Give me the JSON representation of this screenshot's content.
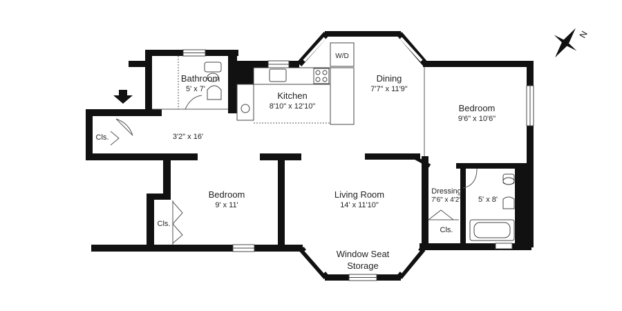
{
  "rooms": {
    "bathroom": {
      "name": "Bathroom",
      "dims": "5' x 7'"
    },
    "kitchen": {
      "name": "Kitchen",
      "dims": "8'10\" x 12'10\""
    },
    "dining": {
      "name": "Dining",
      "dims": "7'7\" x 11'9\""
    },
    "bedroom_east": {
      "name": "Bedroom",
      "dims": "9'6\" x 10'6\""
    },
    "hall": {
      "dims": "3'2\" x 16'"
    },
    "bedroom_west": {
      "name": "Bedroom",
      "dims": "9' x 11'"
    },
    "living": {
      "name": "Living Room",
      "dims": "14' x 11'10\""
    },
    "dressing": {
      "name": "Dressing",
      "dims": "7'6\" x 4'2\""
    },
    "bath2": {
      "dims": "5' x 8'"
    },
    "window_seat": {
      "line1": "Window Seat",
      "line2": "Storage"
    }
  },
  "closets": {
    "entry": "Cls.",
    "bedroom": "Cls.",
    "dressing": "Cls."
  },
  "labels": {
    "washer_dryer": "W/D",
    "north": "N"
  }
}
